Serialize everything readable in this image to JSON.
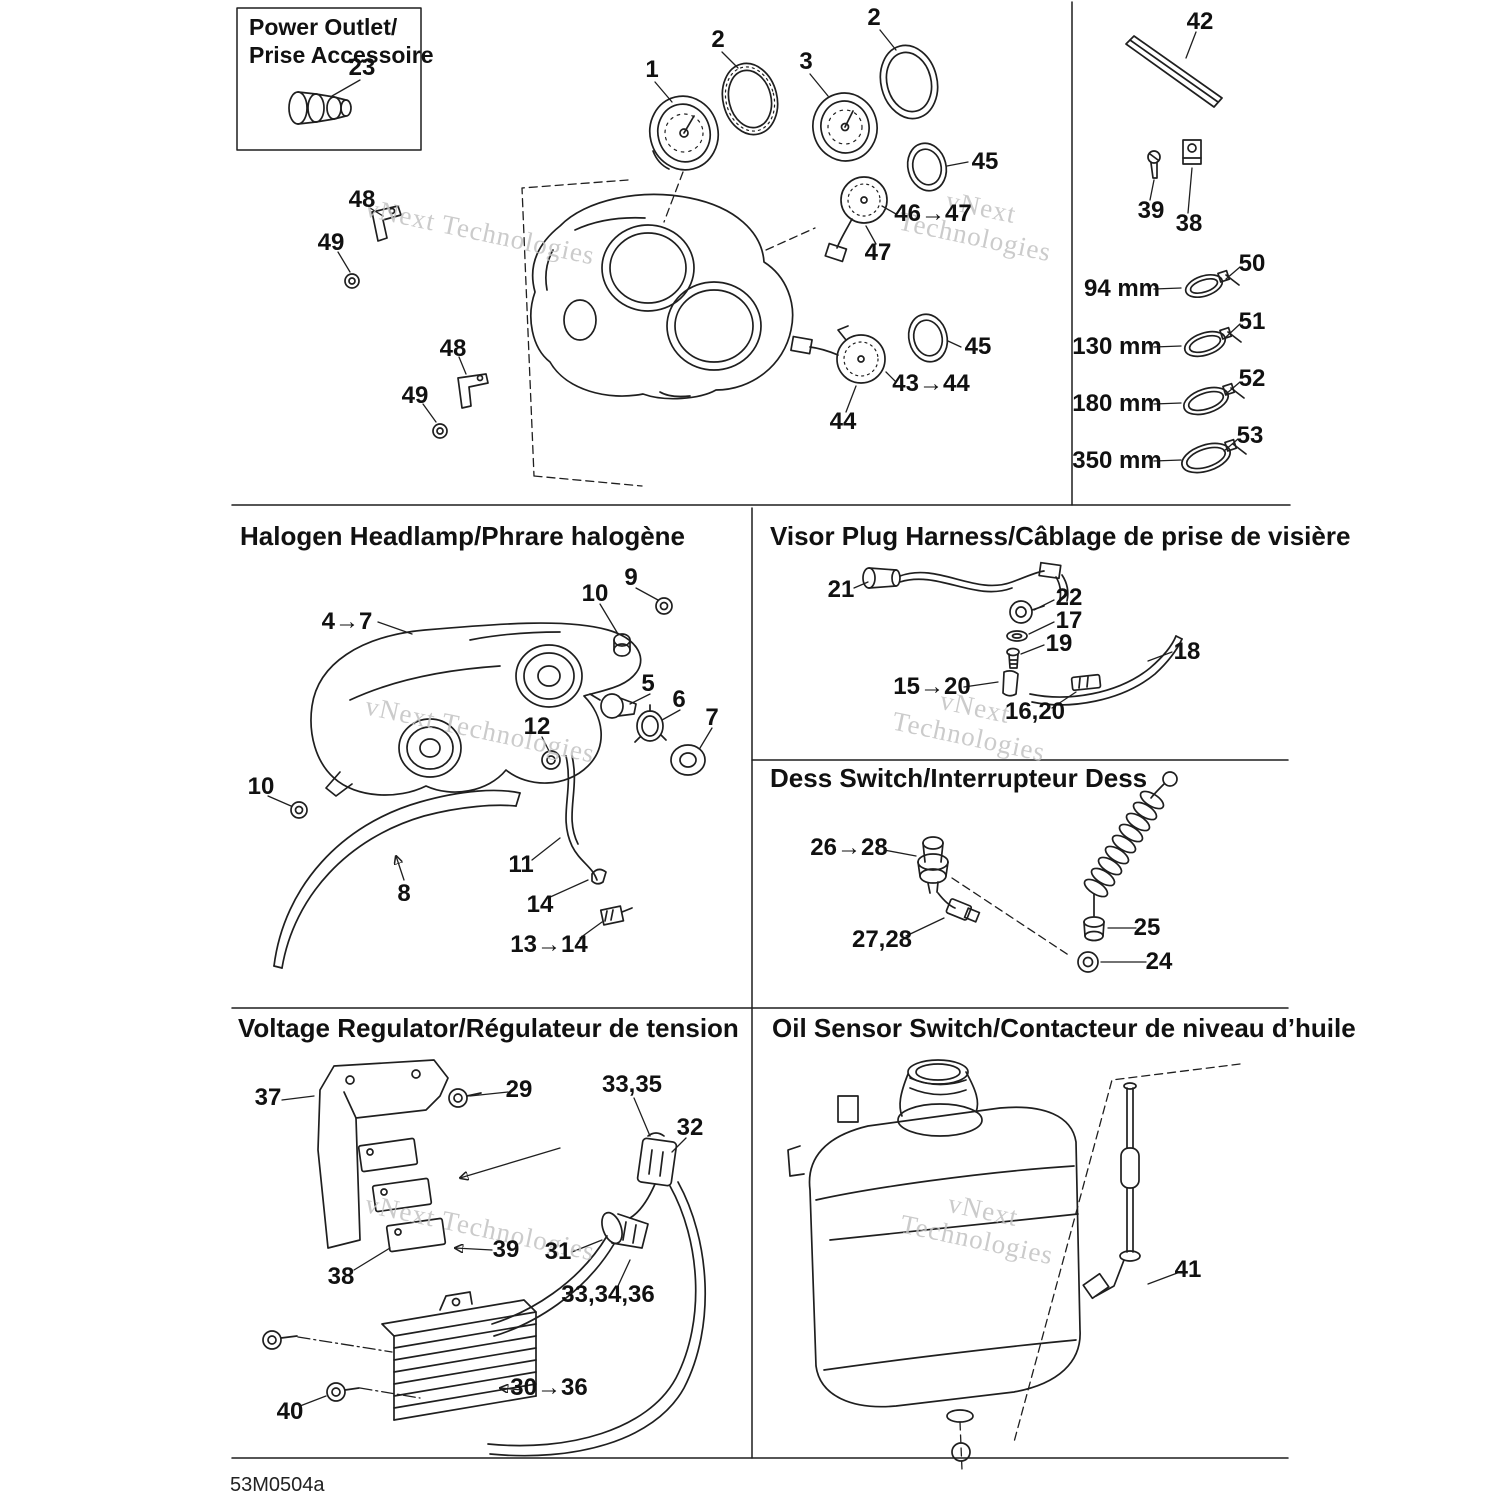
{
  "doc": {
    "code": "53M0504a",
    "watermark": "vNext Technologies",
    "watermark_line1": "vNext",
    "watermark_line2": "Technologies"
  },
  "power_outlet": {
    "title1": "Power Outlet/",
    "title2": "Prise Accessoire",
    "l23": "23"
  },
  "cluster": {
    "l1": "1",
    "l2a": "2",
    "l3": "3",
    "l2b": "2",
    "l45a": "45",
    "l46_47": "46→47",
    "l47": "47",
    "l45b": "45",
    "l43_44": "43→44",
    "l44": "44",
    "l48a": "48",
    "l49a": "49",
    "l48b": "48",
    "l49b": "49"
  },
  "hardware": {
    "l42": "42",
    "l39": "39",
    "l38": "38",
    "l50": "50",
    "l51": "51",
    "l52": "52",
    "l53": "53",
    "s94": "94 mm",
    "s130": "130 mm",
    "s180": "180 mm",
    "s350": "350 mm"
  },
  "headlamp": {
    "title": "Halogen Headlamp/Phrare halogène",
    "l4_7": "4→7",
    "l10a": "10",
    "l9": "9",
    "l5": "5",
    "l6": "6",
    "l7": "7",
    "l12": "12",
    "l10b": "10",
    "l11": "11",
    "l8": "8",
    "l14": "14",
    "l13_14": "13→14"
  },
  "visor": {
    "title": "Visor Plug Harness/Câblage de prise de visière",
    "l21": "21",
    "l22": "22",
    "l17": "17",
    "l19": "19",
    "l18": "18",
    "l15_20": "15→20",
    "l16_20": "16,20"
  },
  "dess": {
    "title": "Dess Switch/Interrupteur Dess",
    "l26_28": "26→28",
    "l27_28": "27,28",
    "l25": "25",
    "l24": "24"
  },
  "voltage": {
    "title": "Voltage Regulator/Régulateur de tension",
    "l37": "37",
    "l29": "29",
    "l33_35": "33,35",
    "l32": "32",
    "l39": "39",
    "l31": "31",
    "l38": "38",
    "l33_34_36": "33,34,36",
    "l30_36": "30→36",
    "l40": "40"
  },
  "oil": {
    "title": "Oil Sensor Switch/Contacteur de niveau d’huile",
    "l41": "41"
  }
}
